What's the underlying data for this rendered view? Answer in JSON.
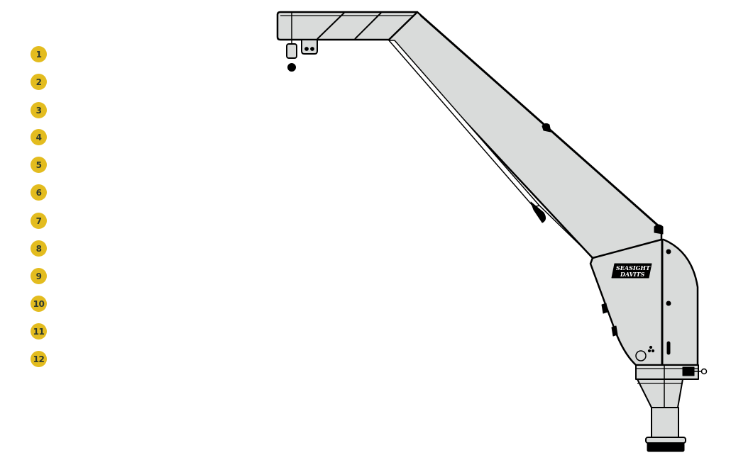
{
  "diagram": {
    "subject": "Seasight Davits crane (side view)",
    "brand_plate": {
      "line1": "SEASIGHT",
      "line2": "DAVITS"
    },
    "colors": {
      "badge": "#e3bc1f",
      "badge_text": "#2f3a2c",
      "body_fill": "#d9dbda",
      "outline": "#000000"
    }
  },
  "callouts": [
    {
      "label": "1"
    },
    {
      "label": "2"
    },
    {
      "label": "3"
    },
    {
      "label": "4"
    },
    {
      "label": "5"
    },
    {
      "label": "6"
    },
    {
      "label": "7"
    },
    {
      "label": "8"
    },
    {
      "label": "9"
    },
    {
      "label": "10"
    },
    {
      "label": "11"
    },
    {
      "label": "12"
    }
  ]
}
